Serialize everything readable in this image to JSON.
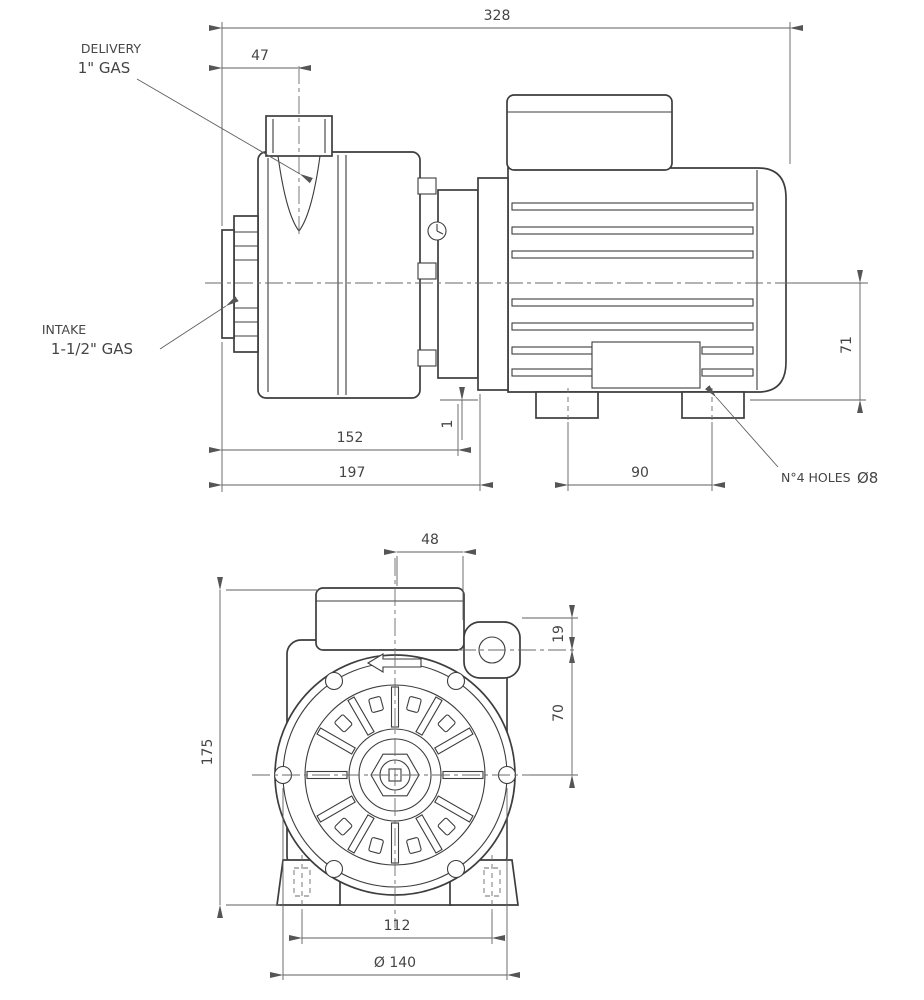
{
  "side_view": {
    "dim_overall_length": "328",
    "dim_delivery_center": "47",
    "dim_casing_length": "152",
    "dim_front_to_flange": "197",
    "dim_feet_span": "90",
    "dim_axis_to_base": "71",
    "dim_casing_offset": "1",
    "delivery_label": "DELIVERY",
    "delivery_size": "1\" GAS",
    "intake_label": "INTAKE",
    "intake_size": "1-1/2\" GAS",
    "mount_holes_label": "N°4 HOLES",
    "mount_holes_dia": "Ø8"
  },
  "front_view": {
    "dim_center_to_port": "48",
    "dim_port_top": "19",
    "dim_axis_to_port": "70",
    "dim_overall_height": "175",
    "dim_foot_holes": "112",
    "dim_bolt_circle": "Ø 140"
  }
}
